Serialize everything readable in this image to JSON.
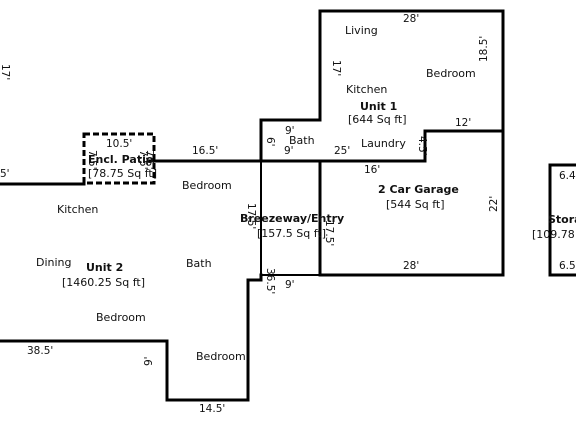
{
  "units": {
    "unit1": {
      "name": "Unit 1",
      "area": "[644 Sq ft]"
    },
    "unit2": {
      "name": "Unit 2",
      "area": "[1460.25 Sq ft]"
    },
    "garage": {
      "name": "2 Car Garage",
      "area": "[544 Sq ft]"
    },
    "breezeway": {
      "name": "Breezeway/Entry",
      "area": "[157.5 Sq ft]"
    },
    "patio": {
      "name": "Encl. Patio",
      "area": "[78.75 Sq ft]"
    },
    "storage": {
      "name": "Stora",
      "area": "[109.78"
    }
  },
  "rooms": {
    "living": "Living",
    "unit1_kitchen": "Kitchen",
    "unit1_bedroom": "Bedroom",
    "unit1_bath": "Bath",
    "laundry": "Laundry",
    "unit2_kitchen": "Kitchen",
    "unit2_dining": "Dining",
    "unit2_bedroom_top": "Bedroom",
    "unit2_bath": "Bath",
    "unit2_bedroom_mid": "Bedroom",
    "unit2_bedroom_bottom": "Bedroom"
  },
  "dimensions": {
    "u1_top": "28'",
    "u1_left": "17'",
    "u1_right": "18.5'",
    "u1_step": "12'",
    "u1_notch": "4.5'",
    "bath_w": "9'",
    "bath_h": "6'",
    "bath_w2": "9'",
    "bw_top": "25'",
    "garage_top": "16'",
    "garage_right": "22'",
    "garage_bottom": "28'",
    "bw_inner": "17.5'",
    "bw_left": "17.5'",
    "bw_lower": "36.5'",
    "bw_bottom": "9'",
    "patio_top": "10.5'",
    "patio_left": "7.5'",
    "patio_right": "7.5'",
    "patio_inner": "7.5'",
    "u2_top": "16.5'",
    "u2_bottom": "38.5'",
    "u2_step": "9'",
    "u2_bottom2": "14.5'",
    "left_edge1": "17'",
    "left_edge2": "5'",
    "stor_top": "6.4",
    "stor_bottom": "6.5"
  }
}
